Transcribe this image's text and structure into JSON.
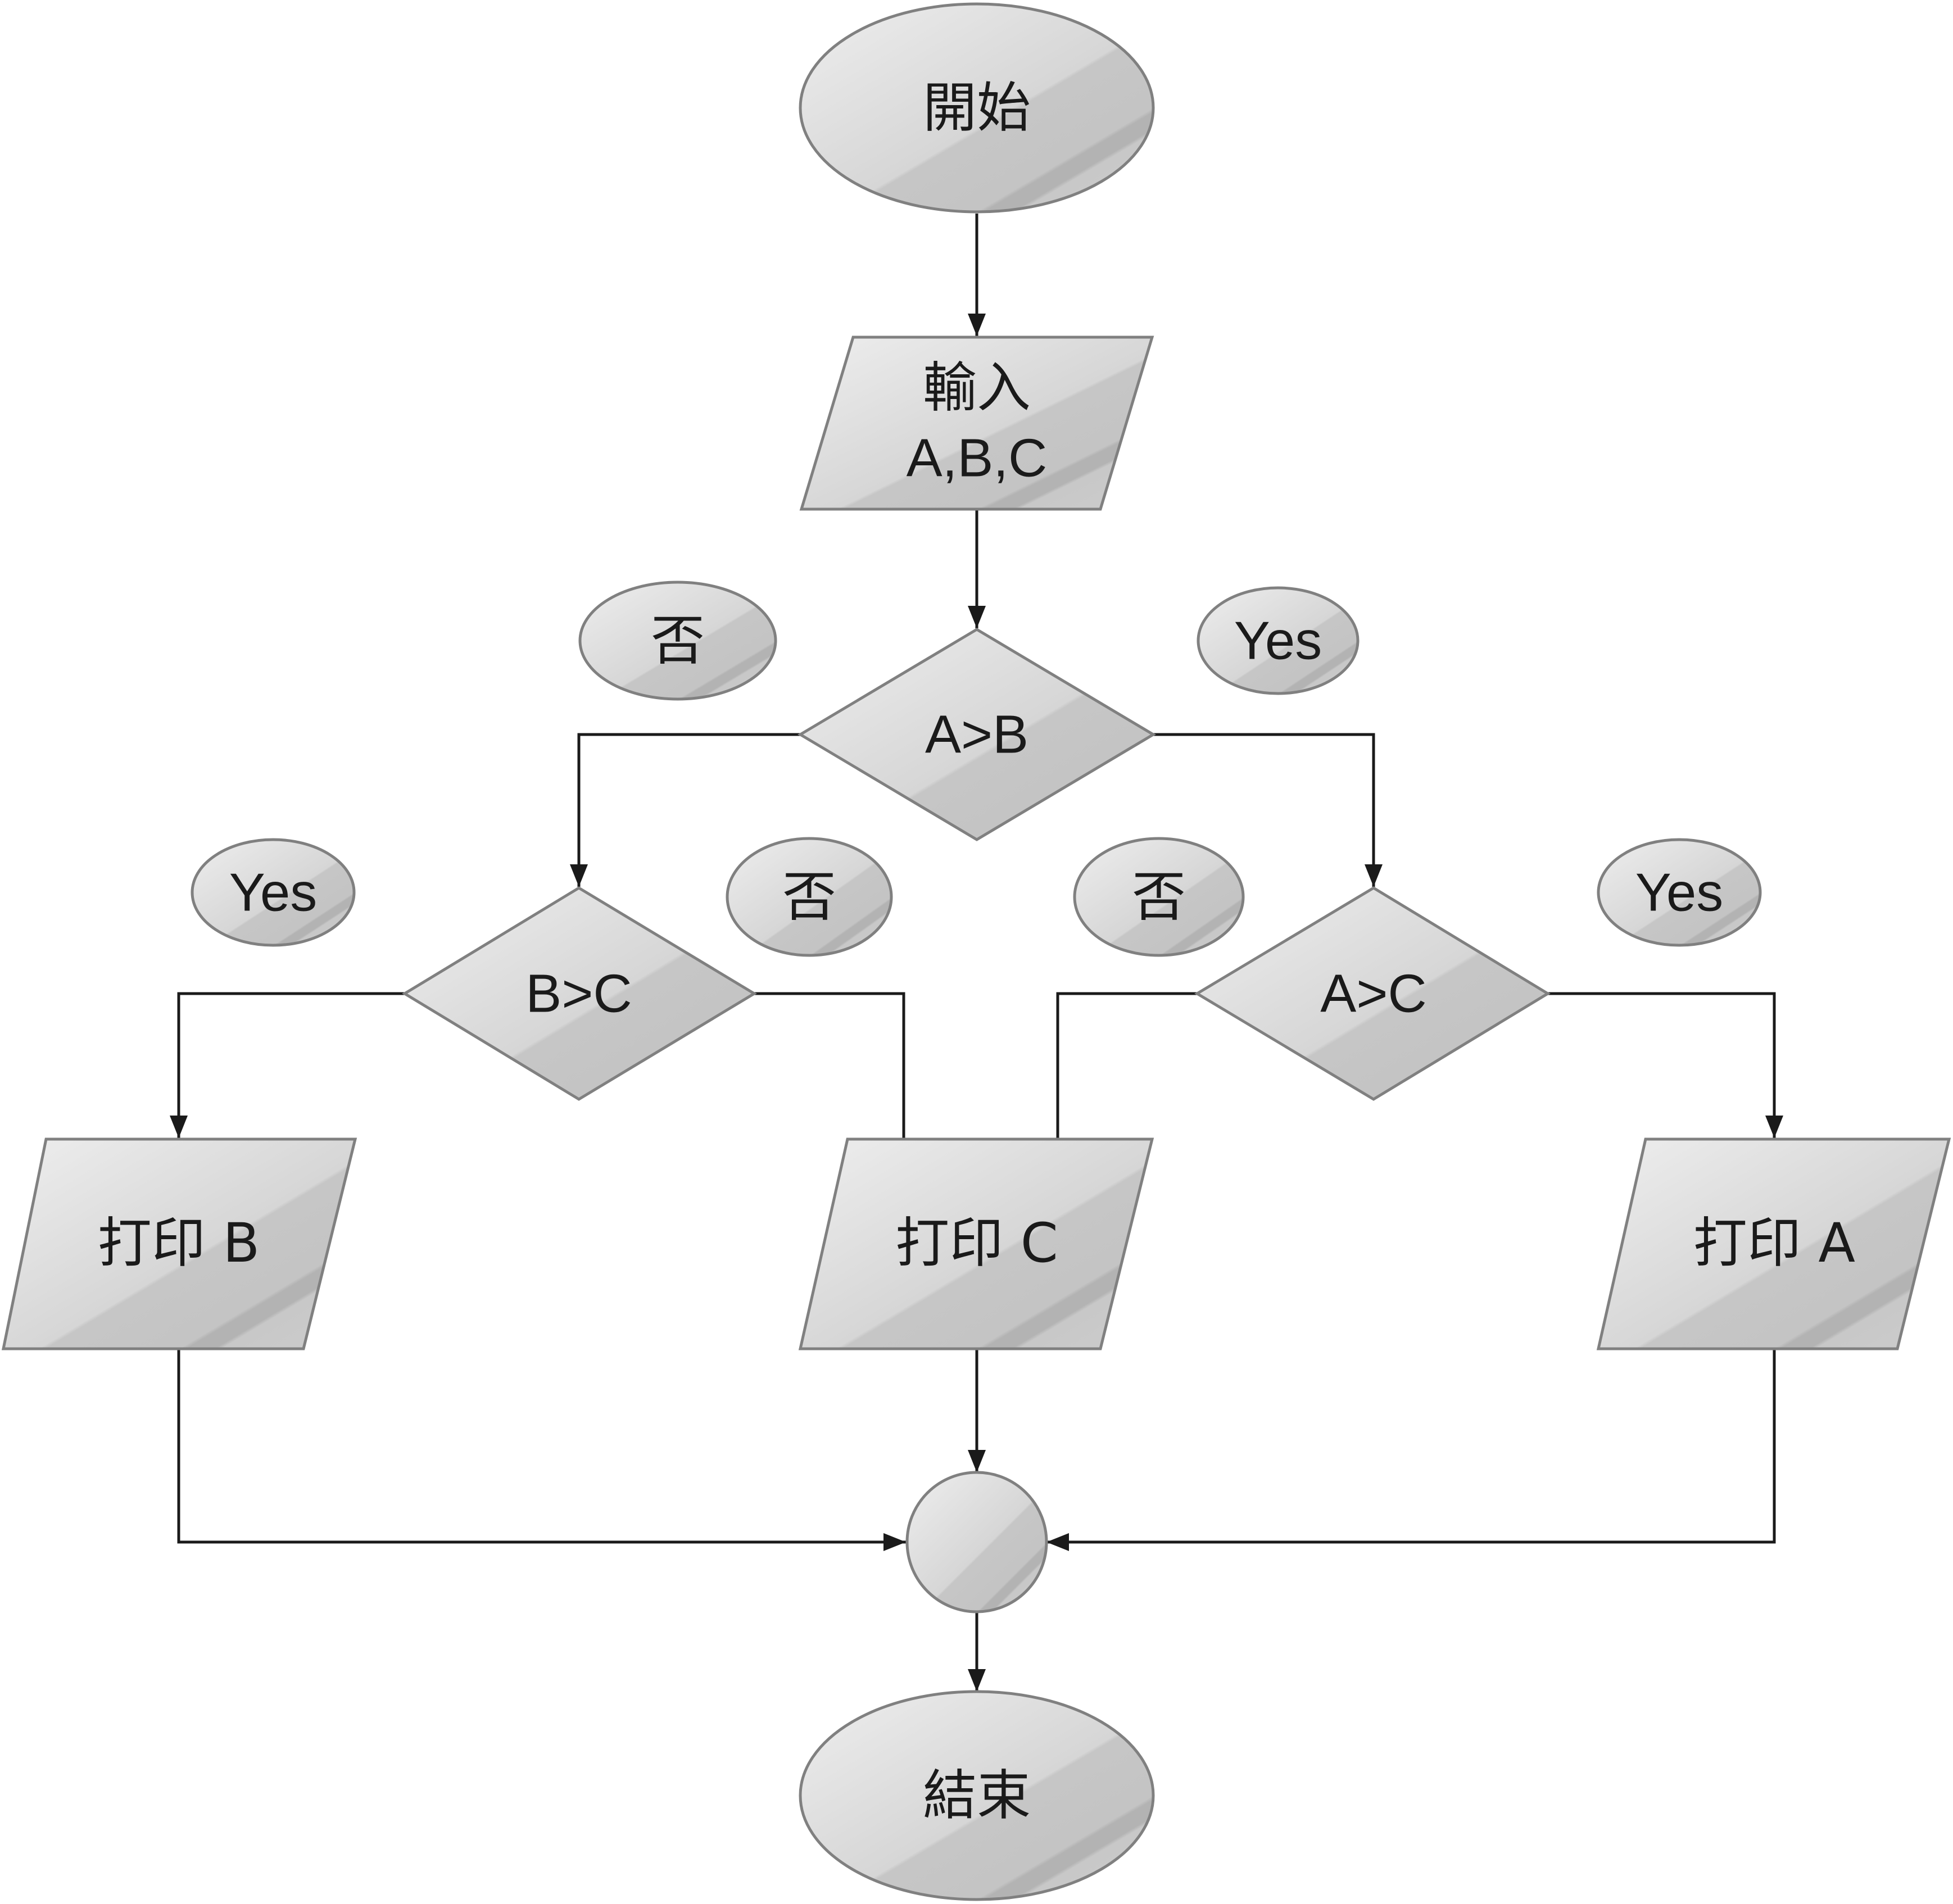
{
  "nodes": {
    "start": "開始",
    "input_line1": "輸入",
    "input_line2": "A,B,C",
    "decision_ab": "A>B",
    "decision_bc": "B>C",
    "decision_ac": "A>C",
    "print_b": "打印 B",
    "print_c": "打印 C",
    "print_a": "打印 A",
    "end": "結束"
  },
  "branch_labels": {
    "ab_no": "否",
    "ab_yes": "Yes",
    "bc_yes": "Yes",
    "bc_no": "否",
    "ac_no": "否",
    "ac_yes": "Yes"
  },
  "colors": {
    "shape_fill_light": "#e6e6e6",
    "shape_fill_dark": "#c4c4c4",
    "shape_stroke": "#808080",
    "line": "#1a1a1a"
  }
}
